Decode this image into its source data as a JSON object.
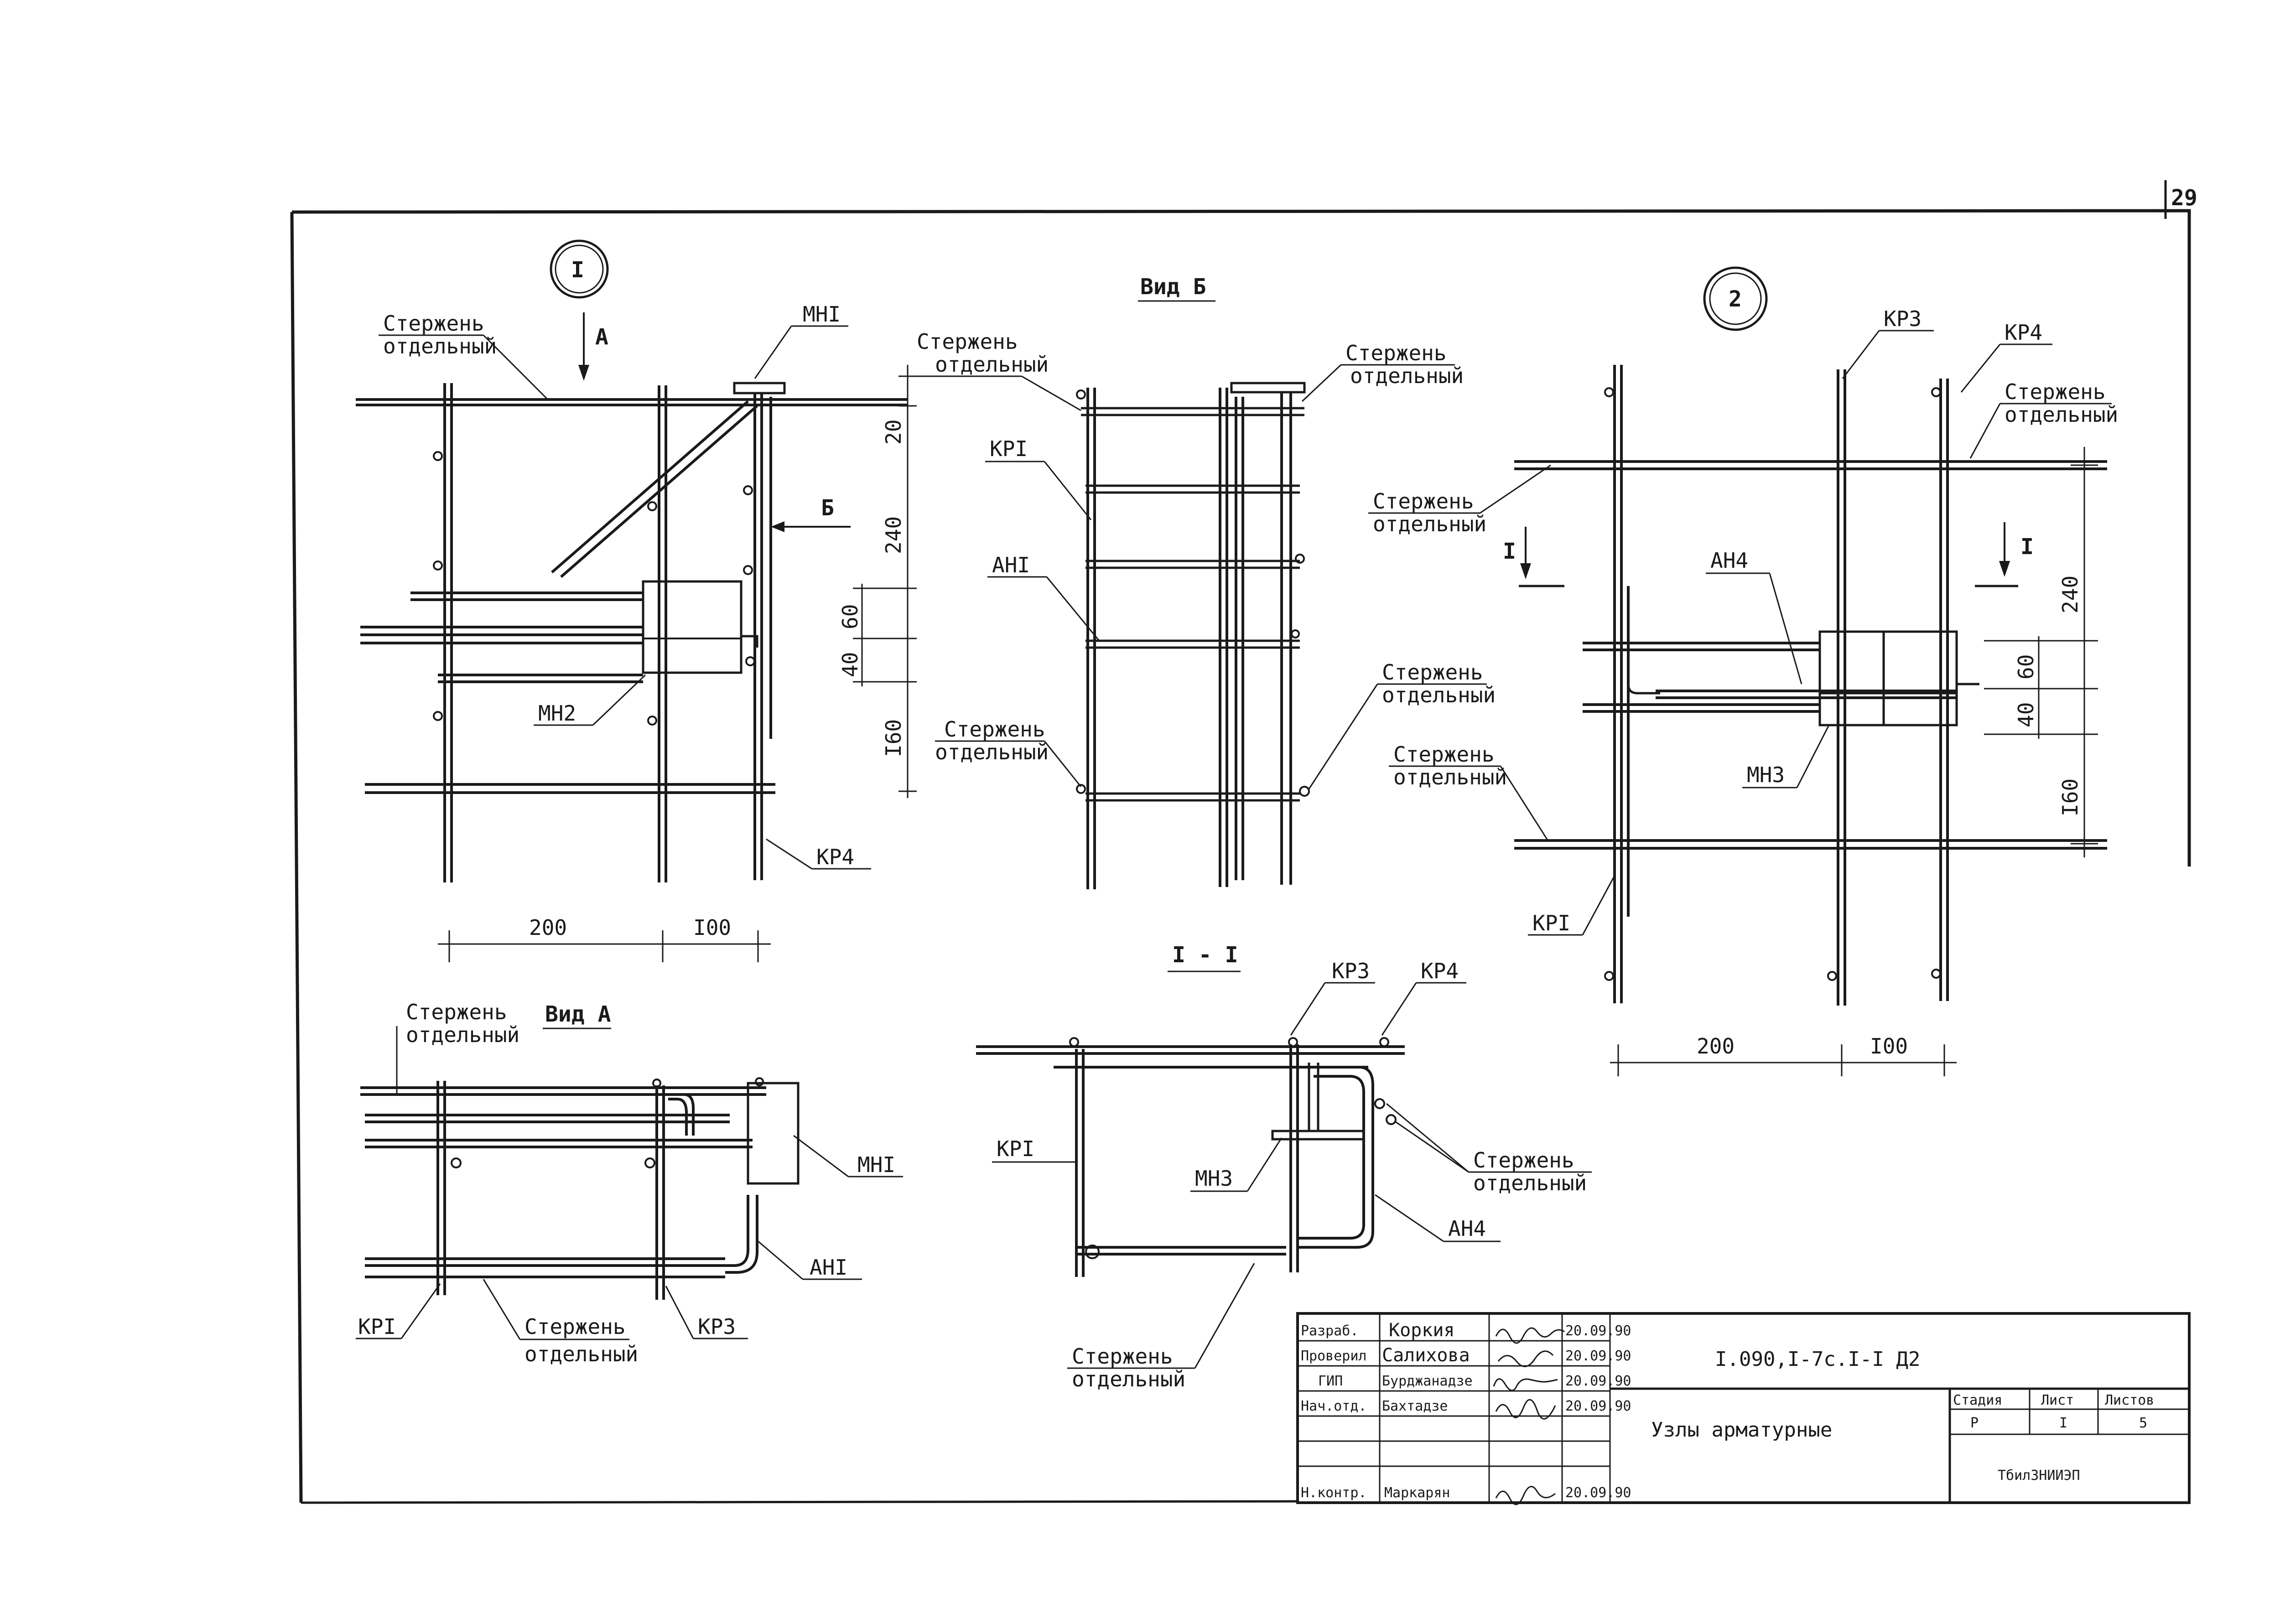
{
  "page_number": "29",
  "node1": {
    "marker": "I",
    "label_rod_top": [
      "Стержень",
      "отдельный"
    ],
    "arrow_a": "А",
    "mh1": "МНI",
    "arrow_b": "Б",
    "mh2": "МН2",
    "kp4": "КР4",
    "dims_v": [
      "20",
      "240",
      "60",
      "40",
      "I60"
    ],
    "dims_h": [
      "200",
      "I00"
    ]
  },
  "view_b": {
    "title": "Вид Б",
    "rod_tl": [
      "Стержень",
      "отдельный"
    ],
    "rod_tr": [
      "Стержень",
      "отдельный"
    ],
    "kp1": "КРI",
    "ah1": "АНI",
    "rod_ml": [
      "Стержень",
      "отдельный"
    ],
    "rod_mr": [
      "Стержень",
      "отдельный"
    ]
  },
  "node2": {
    "marker": "2",
    "kp3": "КР3",
    "kp4": "КР4",
    "rod_tr": [
      "Стержень",
      "отдельный"
    ],
    "rod_l": [
      "Стержень",
      "отдельный"
    ],
    "cut_left": "I",
    "cut_right": "I",
    "ah4": "АН4",
    "mh3": "МН3",
    "rod_bl": [
      "Стержень",
      "отдельный"
    ],
    "kp1": "КРI",
    "dims_v": [
      "240",
      "60",
      "40",
      "I60"
    ],
    "dims_h": [
      "200",
      "I00"
    ]
  },
  "view_a": {
    "title": "Вид А",
    "rod_t": [
      "Стержень",
      "отдельный"
    ],
    "mh1": "МНI",
    "ah1": "АНI",
    "kp1": "КРI",
    "rod_b": [
      "Стержень",
      "отдельный"
    ],
    "kp3": "КР3"
  },
  "section": {
    "title": "I - I",
    "kp3": "КР3",
    "kp4": "КР4",
    "kp1": "КРI",
    "mh3": "МН3",
    "rod_r": [
      "Стержень",
      "отдельный"
    ],
    "ah4": "АН4",
    "rod_b": [
      "Стержень",
      "отдельный"
    ]
  },
  "title_block": {
    "rows": [
      {
        "role": "Разраб.",
        "name": "Коркия",
        "date": "20.09.90"
      },
      {
        "role": "Проверил",
        "name": "Салихова",
        "date": "20.09.90"
      },
      {
        "role": "ГИП",
        "name": "Бурджанадзе",
        "date": "20.09.90"
      },
      {
        "role": "Нач.отд.",
        "name": "Бахтадзе",
        "date": "20.09.90"
      },
      {
        "role": "",
        "name": "",
        "date": ""
      },
      {
        "role": "",
        "name": "",
        "date": ""
      },
      {
        "role": "Н.контр.",
        "name": "Маркарян",
        "date": "20.09.90"
      }
    ],
    "code": "I.090,I-7с.I-I Д2",
    "description": "Узлы арматурные",
    "stage_label": "Стадия",
    "sheet_label": "Лист",
    "sheets_label": "Листов",
    "stage": "Р",
    "sheet": "I",
    "sheets": "5",
    "org": "ТбилЗНИИЭП"
  }
}
